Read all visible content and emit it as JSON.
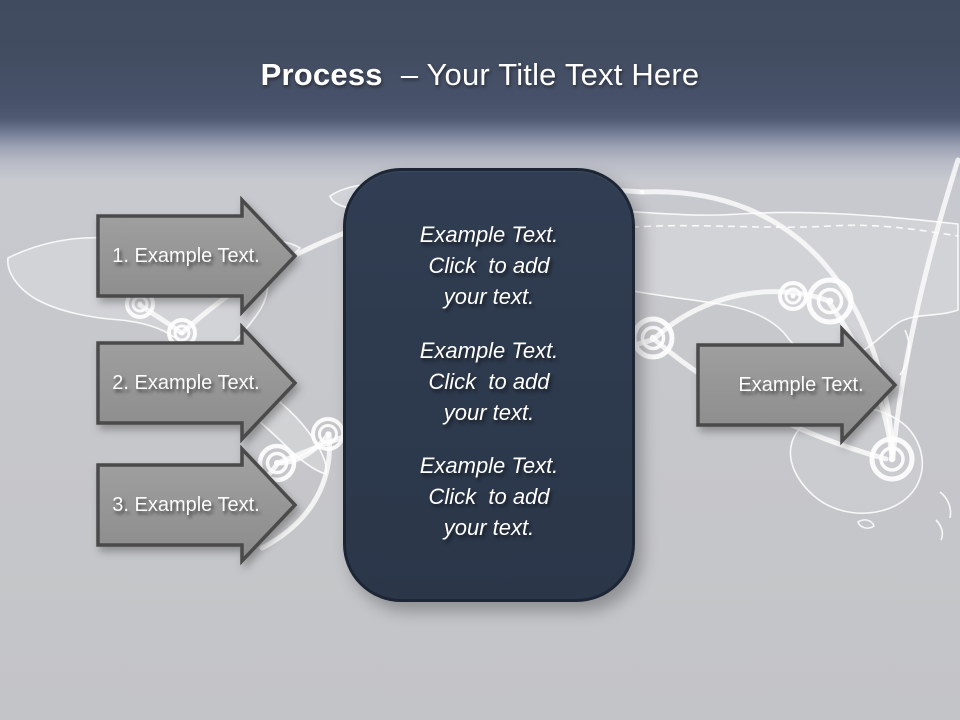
{
  "title": {
    "bold": "Process",
    "rest": "– Your Title Text Here"
  },
  "left_arrows": [
    {
      "label": "1. Example Text."
    },
    {
      "label": "2. Example Text."
    },
    {
      "label": "3. Example Text."
    }
  ],
  "right_arrow": {
    "label": "Example Text."
  },
  "panel": {
    "blocks": [
      {
        "lines": [
          "Example Text.",
          "Click  to add",
          "your text."
        ]
      },
      {
        "lines": [
          "Example Text.",
          "Click  to add",
          "your text."
        ]
      },
      {
        "lines": [
          "Example Text.",
          "Click  to add",
          "your text."
        ]
      }
    ]
  },
  "icons": {
    "background": "world-map",
    "markers": "ripple-marker",
    "lines": "connection-arc"
  },
  "colors": {
    "header_navy": "#424c5f",
    "background_gray": "#c6c8cc",
    "panel_navy": "#2e3a4d",
    "panel_border": "#1c2635",
    "arrow_gray": "#969696",
    "arrow_border": "#4a4a4a",
    "text_white": "#ffffff"
  }
}
